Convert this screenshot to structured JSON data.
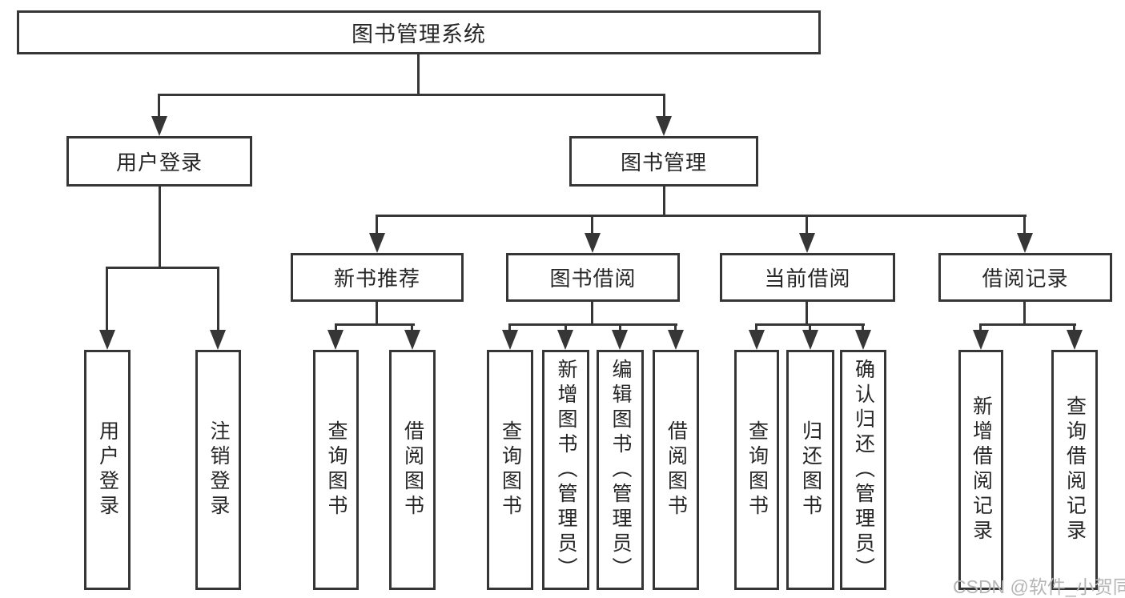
{
  "diagram": {
    "root": {
      "label": "图书管理系统"
    },
    "branches": [
      {
        "label": "用户登录",
        "children": [
          {
            "label": "用户登录"
          },
          {
            "label": "注销登录"
          }
        ]
      },
      {
        "label": "图书管理",
        "sections": [
          {
            "label": "新书推荐",
            "children": [
              {
                "label": "查询图书"
              },
              {
                "label": "借阅图书"
              }
            ]
          },
          {
            "label": "图书借阅",
            "children": [
              {
                "label": "查询图书"
              },
              {
                "label": "新增图书（管理员）"
              },
              {
                "label": "编辑图书（管理员）"
              },
              {
                "label": "借阅图书"
              }
            ]
          },
          {
            "label": "当前借阅",
            "children": [
              {
                "label": "查询图书"
              },
              {
                "label": "归还图书"
              },
              {
                "label": "确认归还（管理员）"
              }
            ]
          },
          {
            "label": "借阅记录",
            "children": [
              {
                "label": "新增借阅记录"
              },
              {
                "label": "查询借阅记录"
              }
            ]
          }
        ]
      }
    ]
  },
  "watermark": {
    "text": "CSDN @软件_小贺同学"
  },
  "colors": {
    "line": "#363636",
    "text": "#262626",
    "watermark": "#b5b5b5",
    "background": "#ffffff"
  }
}
